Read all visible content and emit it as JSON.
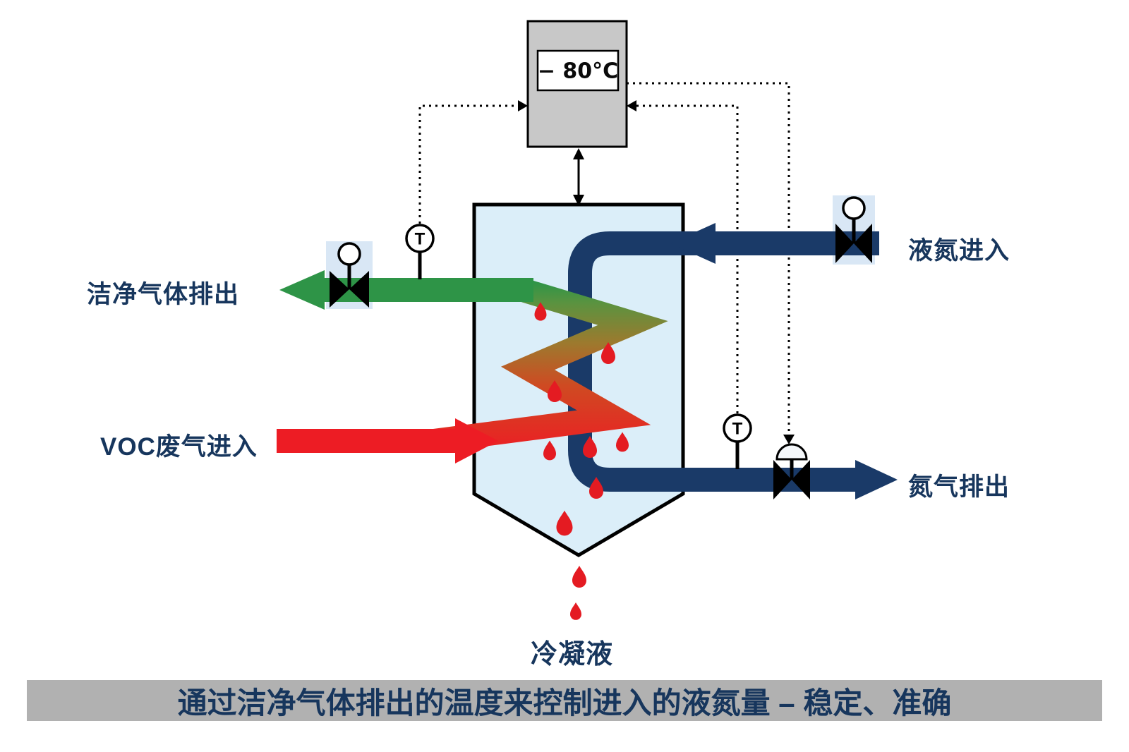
{
  "colors": {
    "navy": "#17365d",
    "pipe_blue": "#1a3a68",
    "pipe_green": "#2e9447",
    "pipe_red": "#ed1c24",
    "vessel_fill": "#dbeef9",
    "controller_fill": "#c8c8c8",
    "banner_bg": "#b1b1b1"
  },
  "controller": {
    "display_value": "− 80°C"
  },
  "sensors": {
    "left_label": "T",
    "right_label": "T"
  },
  "labels": {
    "clean_gas_out": "洁净气体排出",
    "voc_in": "VOC废气进入",
    "liquid_nitrogen_in": "液氮进入",
    "nitrogen_out": "氮气排出",
    "condensate": "冷凝液"
  },
  "banner": {
    "text": "通过洁净气体排出的温度来控制进入的液氮量 – 稳定、准确"
  }
}
